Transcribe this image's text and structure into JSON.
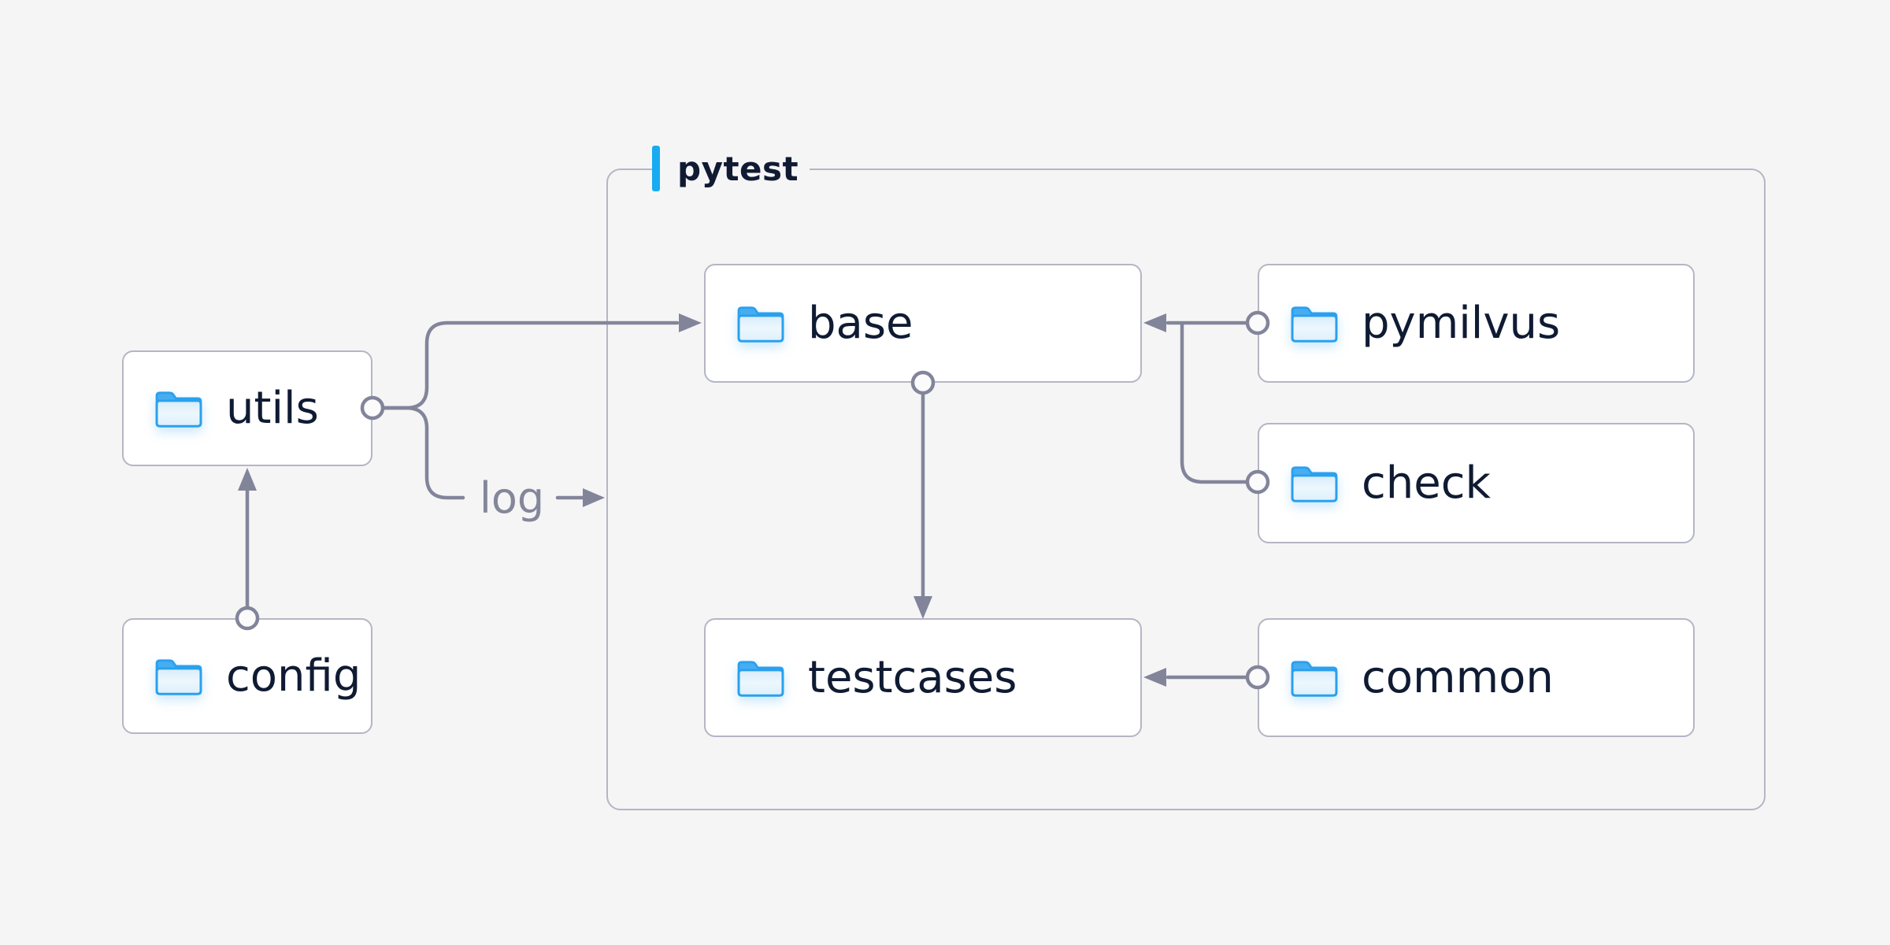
{
  "diagram": {
    "container": {
      "label": "pytest"
    },
    "nodes": [
      {
        "id": "utils",
        "label": "utils",
        "icon": "folder-icon"
      },
      {
        "id": "config",
        "label": "config",
        "icon": "folder-icon"
      },
      {
        "id": "base",
        "label": "base",
        "icon": "folder-icon"
      },
      {
        "id": "pymilvus",
        "label": "pymilvus",
        "icon": "folder-icon"
      },
      {
        "id": "check",
        "label": "check",
        "icon": "folder-icon"
      },
      {
        "id": "testcases",
        "label": "testcases",
        "icon": "folder-icon"
      },
      {
        "id": "common",
        "label": "common",
        "icon": "folder-icon"
      }
    ],
    "edges": [
      {
        "from": "config",
        "to": "utils",
        "type": "arrow",
        "label": ""
      },
      {
        "from": "utils",
        "to": "base",
        "type": "arrow",
        "label": ""
      },
      {
        "from": "utils",
        "to": "pytest-container",
        "type": "arrow",
        "label": "log"
      },
      {
        "from": "base",
        "to": "testcases",
        "type": "arrow",
        "label": ""
      },
      {
        "from": "pymilvus",
        "to": "base",
        "type": "arrow",
        "label": ""
      },
      {
        "from": "check",
        "to": "base",
        "type": "arrow",
        "label": ""
      },
      {
        "from": "common",
        "to": "testcases",
        "type": "arrow",
        "label": ""
      }
    ],
    "colors": {
      "background": "#f5f5f6",
      "node_background": "#ffffff",
      "node_border": "#b4b6c3",
      "connector": "#82859a",
      "label_text": "#0f1b33",
      "edge_label_text": "#84879a",
      "accent_blue": "#18abf2",
      "folder_blue": "#2aa0ee"
    }
  }
}
